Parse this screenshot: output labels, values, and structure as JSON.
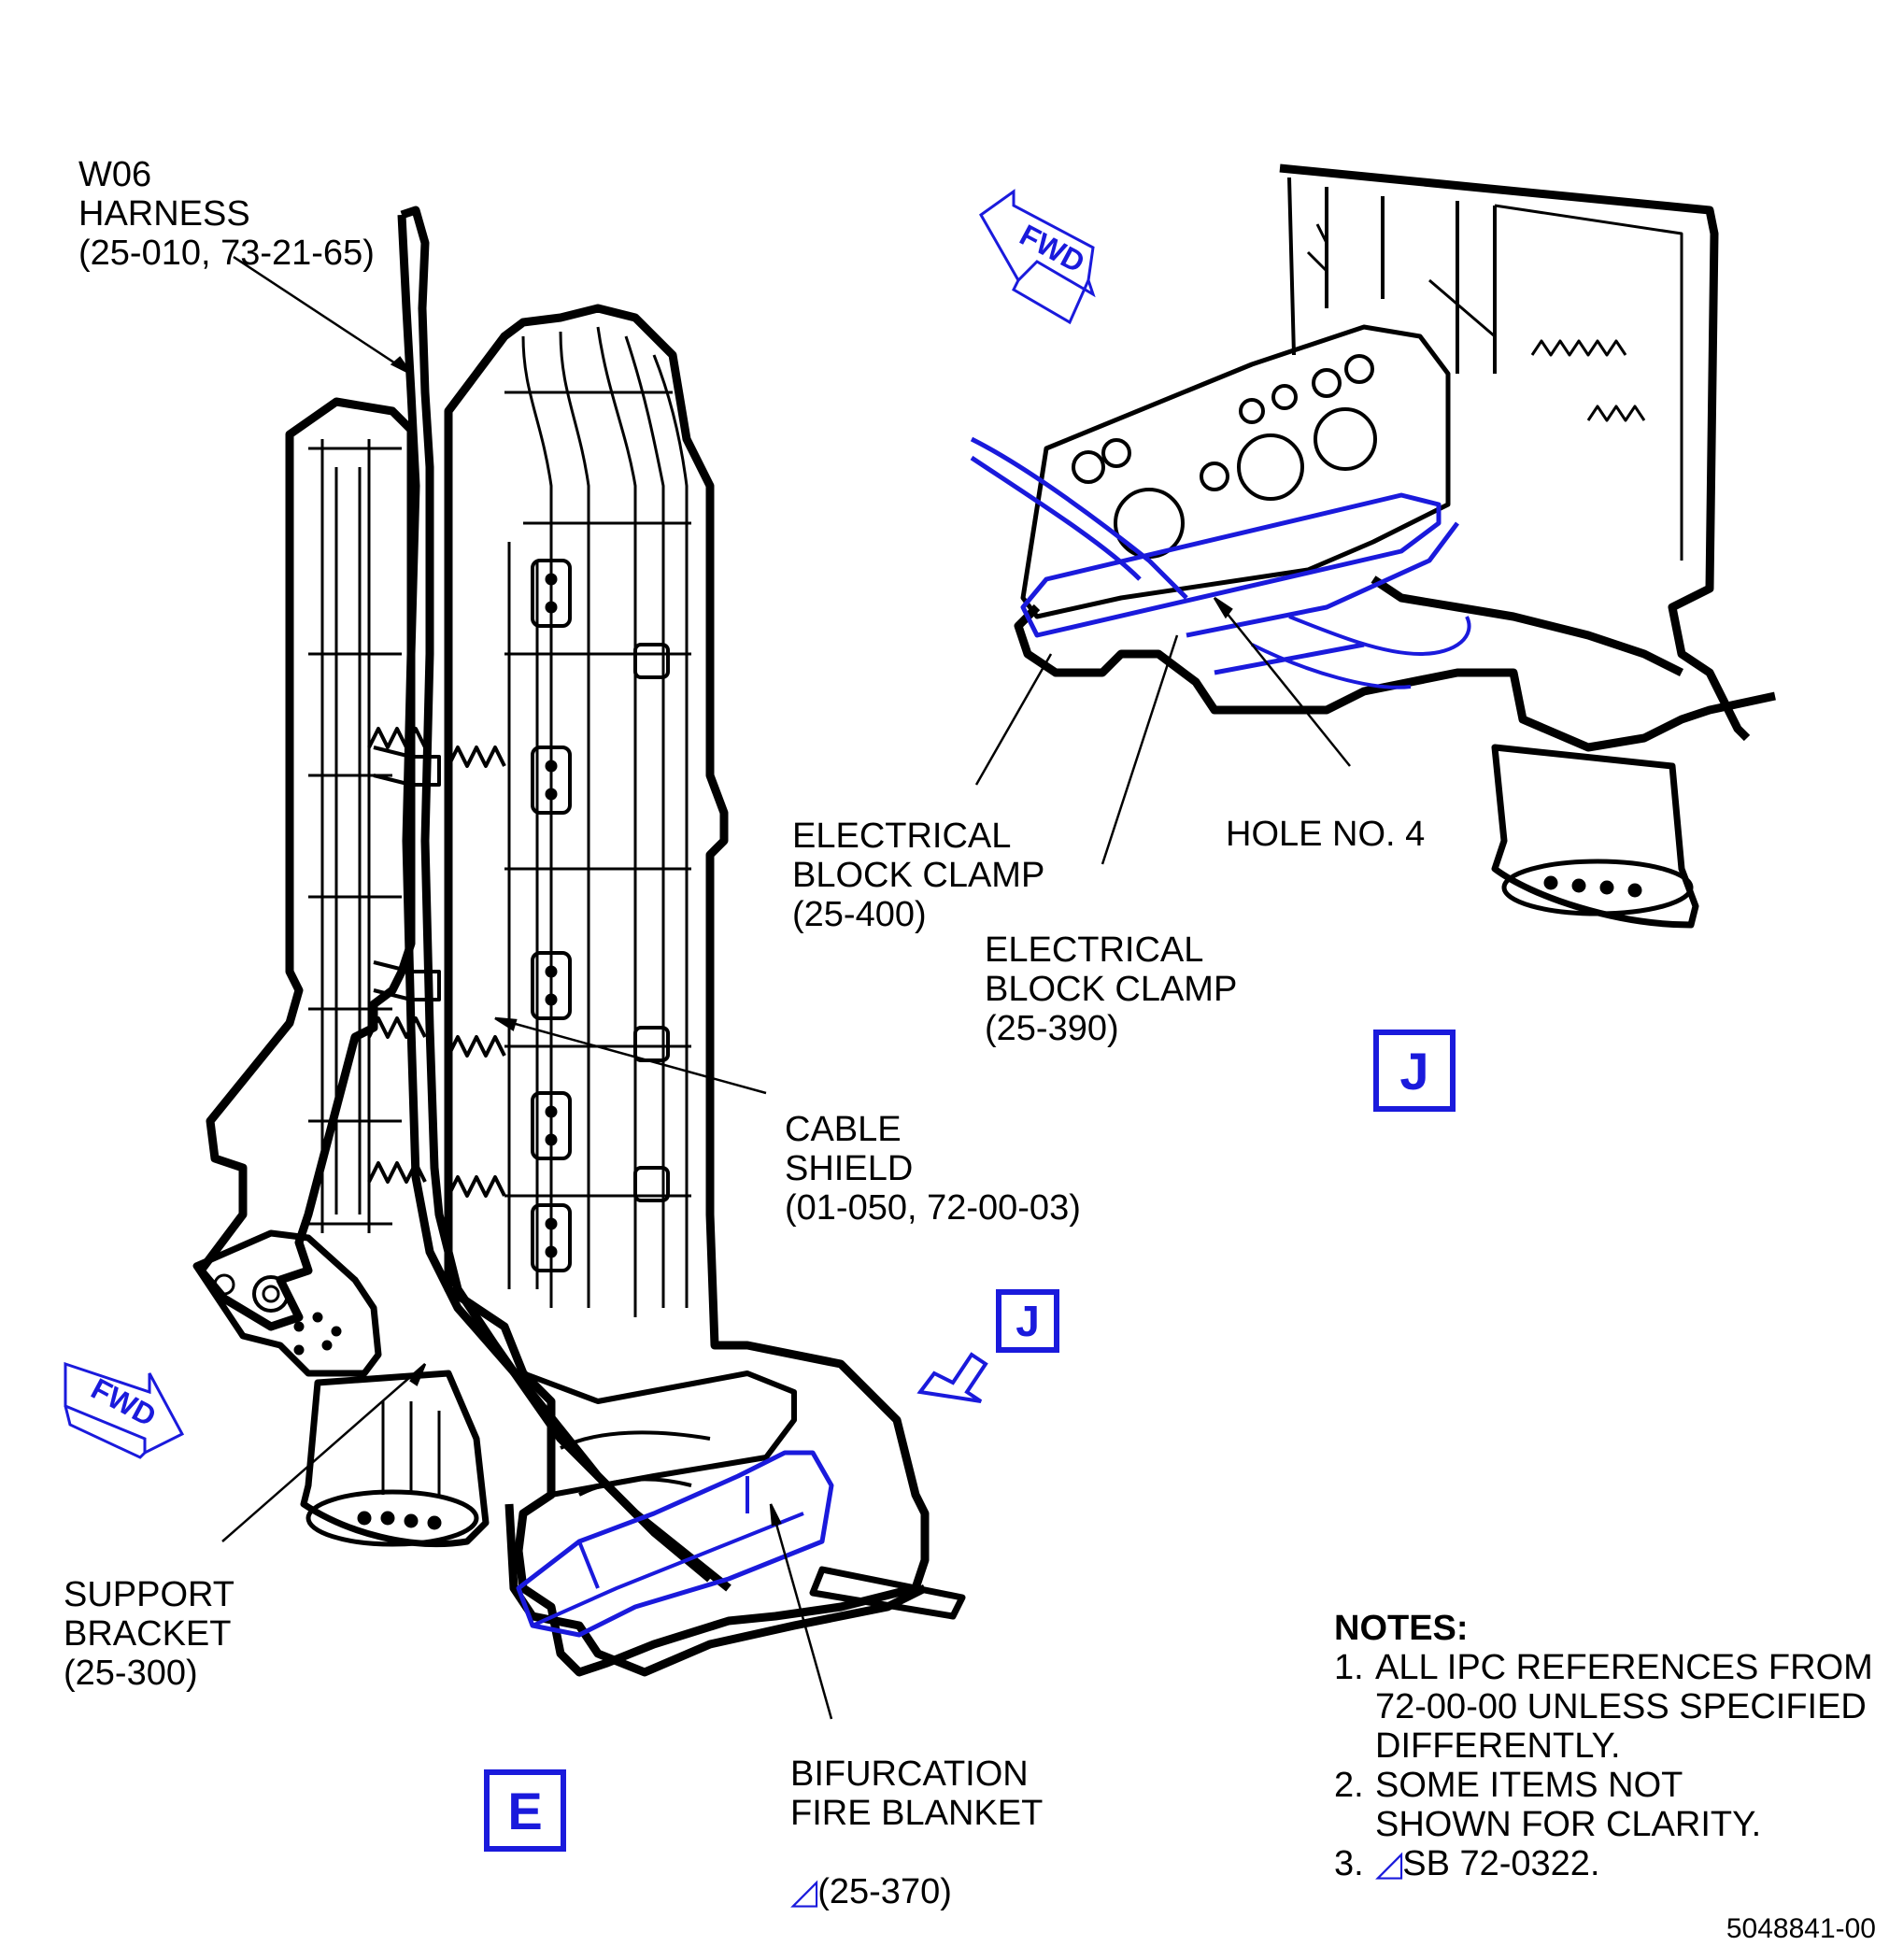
{
  "labels": {
    "w06": [
      "W06",
      "HARNESS",
      "(25-010, 73-21-65)"
    ],
    "clamp400": [
      "ELECTRICAL",
      "BLOCK CLAMP",
      "(25-400)"
    ],
    "clamp390": [
      "ELECTRICAL",
      "BLOCK CLAMP",
      "(25-390)"
    ],
    "hole": "HOLE NO. 4",
    "cable_shield": [
      "CABLE",
      "SHIELD",
      "(01-050, 72-00-03)"
    ],
    "support": [
      "SUPPORT",
      "BRACKET",
      "(25-300)"
    ],
    "bifurcation": [
      "BIFURCATION",
      "FIRE BLANKET",
      "(25-370)"
    ]
  },
  "fwd_label": "FWD",
  "view_tags": {
    "detail_j": "J",
    "callout_j": "J",
    "view_e": "E"
  },
  "notes": {
    "title": "NOTES:",
    "items": [
      {
        "num": "1.",
        "text": "ALL IPC REFERENCES FROM 72-00-00 UNLESS SPECIFIED DIFFERENTLY."
      },
      {
        "num": "2.",
        "text": "SOME ITEMS NOT SHOWN FOR CLARITY."
      },
      {
        "num": "3.",
        "text": "SB 72-0322."
      }
    ]
  },
  "drawing_number": "5048841-00",
  "colors": {
    "ink": "#000000",
    "highlight": "#1a1adc"
  }
}
